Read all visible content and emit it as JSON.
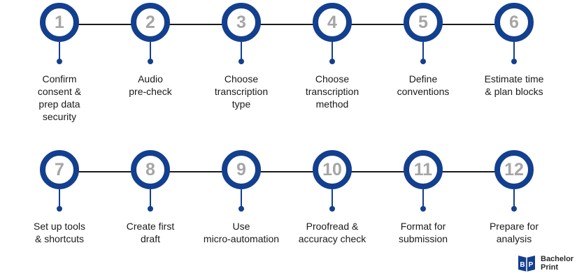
{
  "colors": {
    "accent": "#133f8f",
    "number": "#a5a5a5",
    "text": "#1a1a1a"
  },
  "rows": [
    {
      "steps": [
        {
          "number": "1",
          "label": "Confirm\nconsent &\nprep data\nsecurity"
        },
        {
          "number": "2",
          "label": "Audio\npre-check"
        },
        {
          "number": "3",
          "label": "Choose\ntranscription\ntype"
        },
        {
          "number": "4",
          "label": "Choose\ntranscription\nmethod"
        },
        {
          "number": "5",
          "label": "Define\nconventions"
        },
        {
          "number": "6",
          "label": "Estimate time\n& plan blocks"
        }
      ]
    },
    {
      "steps": [
        {
          "number": "7",
          "label": "Set up tools\n& shortcuts"
        },
        {
          "number": "8",
          "label": "Create first\ndraft"
        },
        {
          "number": "9",
          "label": "Use\nmicro-automation"
        },
        {
          "number": "10",
          "label": "Proofread &\naccuracy check"
        },
        {
          "number": "11",
          "label": "Format for\nsubmission"
        },
        {
          "number": "12",
          "label": "Prepare for\nanalysis"
        }
      ]
    }
  ],
  "logo": {
    "text": "Bachelor\nPrint",
    "icon": "bachelor-print-logo-icon"
  }
}
